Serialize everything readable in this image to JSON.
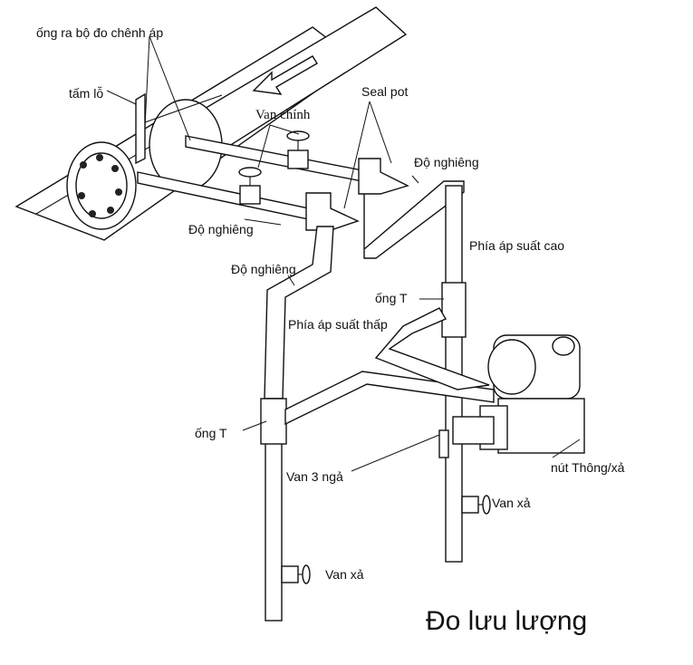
{
  "title": "Đo lưu lượng",
  "labels": {
    "tap_line": "ống ra bộ đo chênh áp",
    "orifice": "tấm lỗ",
    "main_valve": "Van chính",
    "seal_pot": "Seal  pot",
    "slope_right": "Độ nghiêng",
    "slope_left": "Độ nghiêng",
    "slope_mid": "Độ nghiêng",
    "high_side": "Phía áp suất cao",
    "tee_right": "ống T",
    "low_side": "Phía áp suất thấp",
    "tee_left": "ống T",
    "vent_plug": "nút Thông/xả",
    "three_valve": "Van 3 ngả",
    "drain_right": "Van xả",
    "drain_left": "Van xả"
  }
}
